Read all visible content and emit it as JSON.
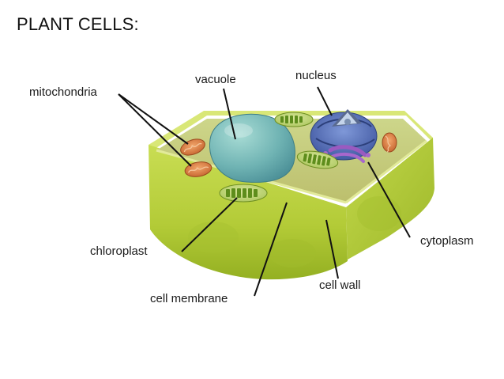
{
  "title": "PLANT CELLS:",
  "labels": {
    "mitochondria": "mitochondria",
    "vacuole": "vacuole",
    "nucleus": "nucleus",
    "chloroplast": "chloroplast",
    "cytoplasm": "cytoplasm",
    "cell_wall": "cell wall",
    "cell_membrane": "cell membrane"
  },
  "colors": {
    "cell_wall": "#b8cf3c",
    "cytoplasm": "#d3d98a",
    "vacuole": "#79b9b6",
    "nucleus": "#4f6cb8",
    "chloroplast": "#6e9a25",
    "mitochondria": "#d8793a",
    "golgi": "#9a5ac0"
  }
}
